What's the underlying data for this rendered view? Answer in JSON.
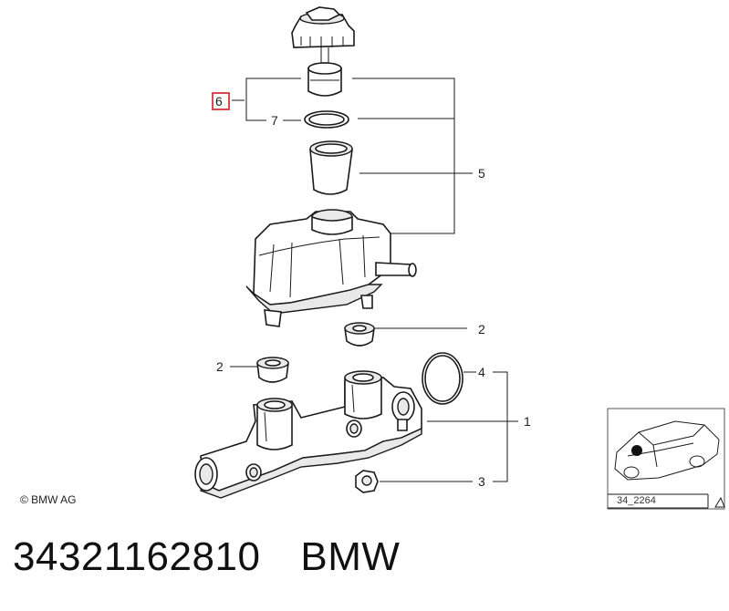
{
  "callouts": {
    "c1": "1",
    "c2a": "2",
    "c2b": "2",
    "c3": "3",
    "c4": "4",
    "c5": "5",
    "c6": "6",
    "c7": "7"
  },
  "highlight_color": "#d8343a",
  "copyright": "© BMW AG",
  "thumbnail": {
    "code": "34_2264"
  },
  "footer": {
    "part_number": "34321162810",
    "brand": "BMW"
  }
}
